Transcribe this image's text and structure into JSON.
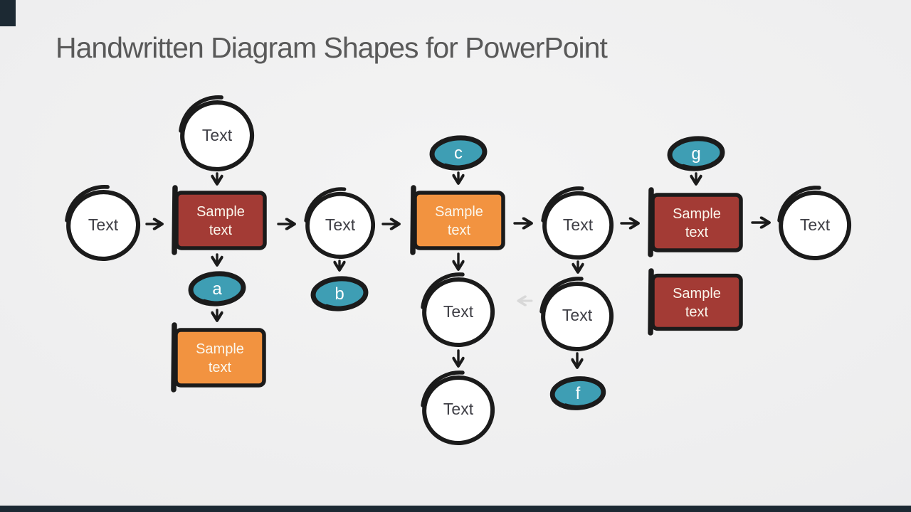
{
  "slide": {
    "title": "Handwritten Diagram Shapes for PowerPoint"
  },
  "palette": {
    "background": "#ededed",
    "accent_bar": "#1c2933",
    "ink": "#1b1b1b",
    "node_red": "#A33B35",
    "node_orange": "#F29340",
    "node_teal": "#3E9EB4",
    "circle_fill": "#ffffff",
    "title_text": "#595959",
    "shape_text": "#FBF7ED",
    "circle_label_text": "#3F3F46",
    "ghost_arrow": "#D8D8D8"
  },
  "diagram": {
    "nodes": [
      {
        "name": "circle-start",
        "type": "circle",
        "label": "Text"
      },
      {
        "name": "circle-top",
        "type": "circle",
        "label": "Text"
      },
      {
        "name": "rect-red-main",
        "type": "rect",
        "color": "red",
        "line1": "Sample",
        "line2": "text"
      },
      {
        "name": "badge-a",
        "type": "badge",
        "label": "a"
      },
      {
        "name": "rect-orange-bottom",
        "type": "rect",
        "color": "orange",
        "line1": "Sample",
        "line2": "text"
      },
      {
        "name": "circle-2",
        "type": "circle",
        "label": "Text"
      },
      {
        "name": "badge-b",
        "type": "badge",
        "label": "b"
      },
      {
        "name": "badge-c",
        "type": "badge",
        "label": "c"
      },
      {
        "name": "rect-orange-main",
        "type": "rect",
        "color": "orange",
        "line1": "Sample",
        "line2": "text"
      },
      {
        "name": "circle-mid-1",
        "type": "circle",
        "label": "Text"
      },
      {
        "name": "circle-mid-2",
        "type": "circle",
        "label": "Text"
      },
      {
        "name": "circle-3",
        "type": "circle",
        "label": "Text"
      },
      {
        "name": "circle-4",
        "type": "circle",
        "label": "Text"
      },
      {
        "name": "badge-f",
        "type": "badge",
        "label": "f"
      },
      {
        "name": "badge-g",
        "type": "badge",
        "label": "g"
      },
      {
        "name": "rect-red-2",
        "type": "rect",
        "color": "red",
        "line1": "Sample",
        "line2": "text"
      },
      {
        "name": "rect-red-3",
        "type": "rect",
        "color": "red",
        "line1": "Sample",
        "line2": "text"
      },
      {
        "name": "circle-end",
        "type": "circle",
        "label": "Text"
      }
    ],
    "edges": [
      {
        "from": "circle-start",
        "to": "rect-red-main"
      },
      {
        "from": "circle-top",
        "to": "rect-red-main"
      },
      {
        "from": "rect-red-main",
        "to": "badge-a"
      },
      {
        "from": "badge-a",
        "to": "rect-orange-bottom"
      },
      {
        "from": "rect-red-main",
        "to": "circle-2"
      },
      {
        "from": "circle-2",
        "to": "badge-b"
      },
      {
        "from": "circle-2",
        "to": "rect-orange-main"
      },
      {
        "from": "badge-c",
        "to": "rect-orange-main"
      },
      {
        "from": "rect-orange-main",
        "to": "circle-mid-1"
      },
      {
        "from": "circle-mid-1",
        "to": "circle-mid-2"
      },
      {
        "from": "rect-orange-main",
        "to": "circle-3"
      },
      {
        "from": "circle-3",
        "to": "circle-4"
      },
      {
        "from": "circle-4",
        "to": "badge-f"
      },
      {
        "from": "badge-g",
        "to": "rect-red-2"
      },
      {
        "from": "circle-3",
        "to": "rect-red-2"
      },
      {
        "from": "rect-red-2",
        "to": "circle-end"
      }
    ]
  }
}
